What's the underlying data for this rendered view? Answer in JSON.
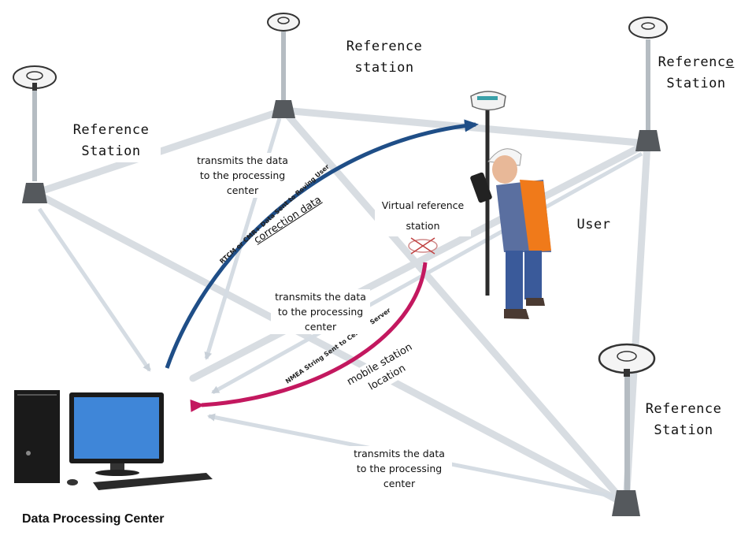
{
  "reference_stations": [
    {
      "line1": "Reference",
      "line2": "Station"
    },
    {
      "line1": "Reference",
      "line2": "station"
    },
    {
      "line1": "Referenc",
      "line1_tail": "e",
      "line2": "Station"
    },
    {
      "line1": "Reference",
      "line2": "Station"
    }
  ],
  "transmit_labels": [
    {
      "lines": [
        "transmits the data",
        "to the processing",
        "center"
      ]
    },
    {
      "lines": [
        "transmits the data",
        "to the processing",
        "center"
      ]
    },
    {
      "lines": [
        "transmits the data",
        "to the processing",
        "center"
      ]
    }
  ],
  "virtual_station": {
    "line1": "Virtual reference",
    "line2": "station"
  },
  "user_label": "User",
  "rtcm_arrow_text": "RTCM or CMR+ Data Sent to Roving User",
  "correction_label": "correction data",
  "nmea_arrow_text": "NMEA String Sent to Central Server",
  "mobile_label": {
    "line1": "mobile station",
    "line2": "location"
  },
  "data_center_label": "Data Processing Center",
  "colors": {
    "blue_arrow": "#1f4e87",
    "magenta_arrow": "#c3185f",
    "network_line": "#d8dde2"
  }
}
